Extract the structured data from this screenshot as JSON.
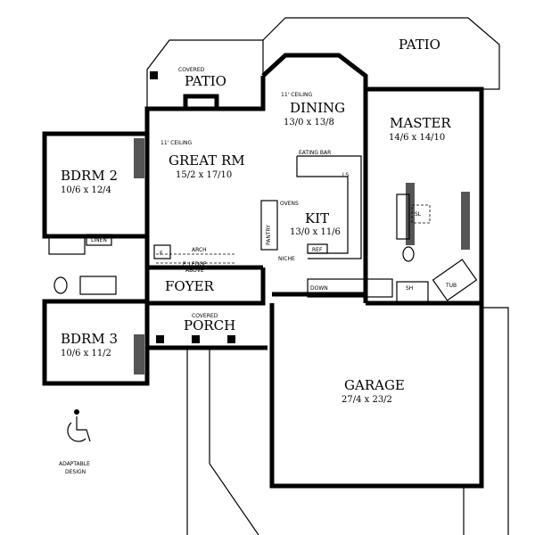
{
  "title": "",
  "rooms": {
    "covered_patio": {
      "note": "COVERED",
      "name": "PATIO"
    },
    "patio": {
      "name": "PATIO"
    },
    "dining": {
      "note": "11' CEILING",
      "name": "DINING",
      "size": "13/0 x 13/8"
    },
    "master": {
      "name": "MASTER",
      "size": "14/6 x 14/10"
    },
    "great_rm": {
      "note": "11' CEILING",
      "name": "GREAT RM",
      "size": "15/2 x 17/10"
    },
    "bdrm2": {
      "name": "BDRM 2",
      "size": "10/6 x 12/4"
    },
    "kit": {
      "name": "KIT",
      "size": "13/0 x 11/6"
    },
    "foyer": {
      "name": "FOYER"
    },
    "porch": {
      "note": "COVERED",
      "name": "PORCH"
    },
    "bdrm3": {
      "name": "BDRM 3",
      "size": "10/6 x 11/2"
    },
    "garage": {
      "name": "GARAGE",
      "size": "27/4 x 23/2"
    }
  },
  "labels": {
    "eating_bar": "EATING BAR",
    "ls": "LS",
    "ovens": "OVENS",
    "pantry": "PANTRY",
    "ref": "REF",
    "linen": "LINEN",
    "fireplace": "F",
    "arch": "ARCH",
    "ledge1": "P. LEDGE",
    "ledge2": "ABOVE",
    "niche": "NICHE",
    "down": "DOWN",
    "sl": "SL",
    "sh": "SH",
    "tub": "TUB"
  },
  "badge": {
    "icon": "wheelchair-icon",
    "line1": "ADAPTABLE",
    "line2": "DESIGN"
  }
}
